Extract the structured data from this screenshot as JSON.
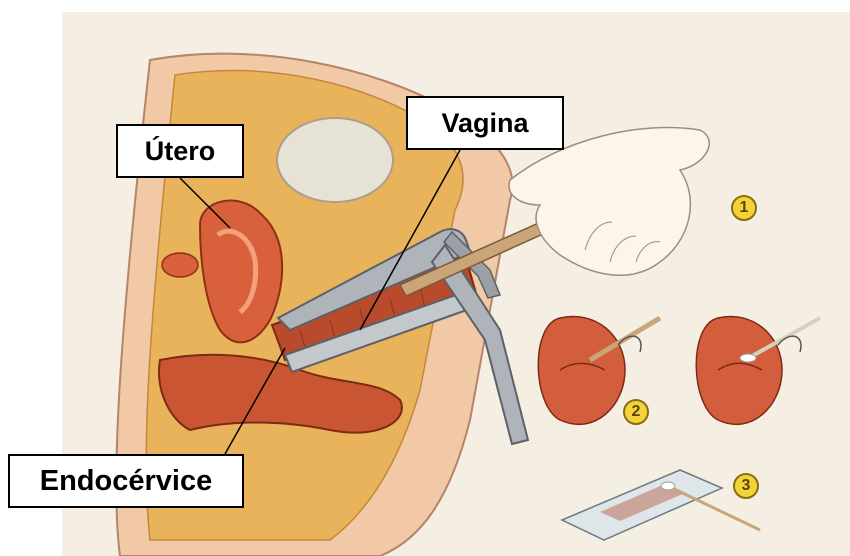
{
  "labels": {
    "utero": "Útero",
    "vagina": "Vagina",
    "endocervice": "Endocérvice"
  },
  "steps": [
    "1",
    "2",
    "3"
  ],
  "colors": {
    "background": "#f4efe2",
    "tissue": "#d8603a",
    "fat": "#e9b35c",
    "skin": "#f1c9a6",
    "speculum": "#aeb4ba",
    "step_badge": "#f2d43a"
  }
}
